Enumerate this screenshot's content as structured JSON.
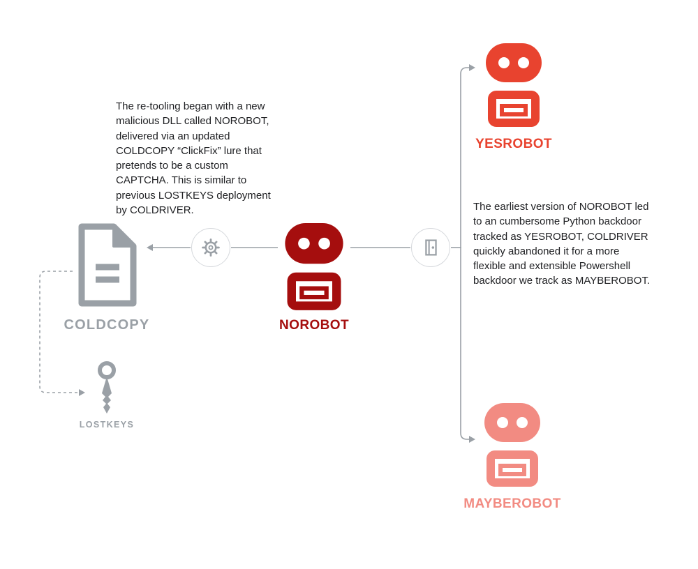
{
  "colors": {
    "norobot-red": "#a50e0e",
    "yesrobot-red": "#e8432f",
    "mayberobot-salmon": "#f28b82",
    "icon-gray": "#9aa0a6",
    "line-gray": "#9aa0a6",
    "circle-border": "#d5d8dc",
    "text-dark": "#202124"
  },
  "paragraphs": {
    "left": "The re-tooling began with a new malicious DLL called NOROBOT, delivered via an updated COLDCOPY “ClickFix” lure that pretends to be a custom CAPTCHA. This is similar to previous LOSTKEYS deployment by COLDRIVER.",
    "right": "The earliest version of NOROBOT led to an cumbersome Python backdoor tracked as YESROBOT, COLDRIVER quickly abandoned it for a more flexible and extensible Powershell backdoor we track as MAYBEROBOT."
  },
  "nodes": {
    "yesrobot": {
      "label": "YESROBOT",
      "icon": "robot-icon"
    },
    "norobot": {
      "label": "NOROBOT",
      "icon": "robot-icon"
    },
    "mayberobot": {
      "label": "MAYBEROBOT",
      "icon": "robot-icon"
    },
    "coldcopy": {
      "label": "COLDCOPY",
      "icon": "document-icon"
    },
    "lostkeys": {
      "label": "LOSTKEYS",
      "icon": "key-icon"
    }
  },
  "connector_badges": {
    "gear": "gear-icon",
    "door": "door-icon"
  }
}
